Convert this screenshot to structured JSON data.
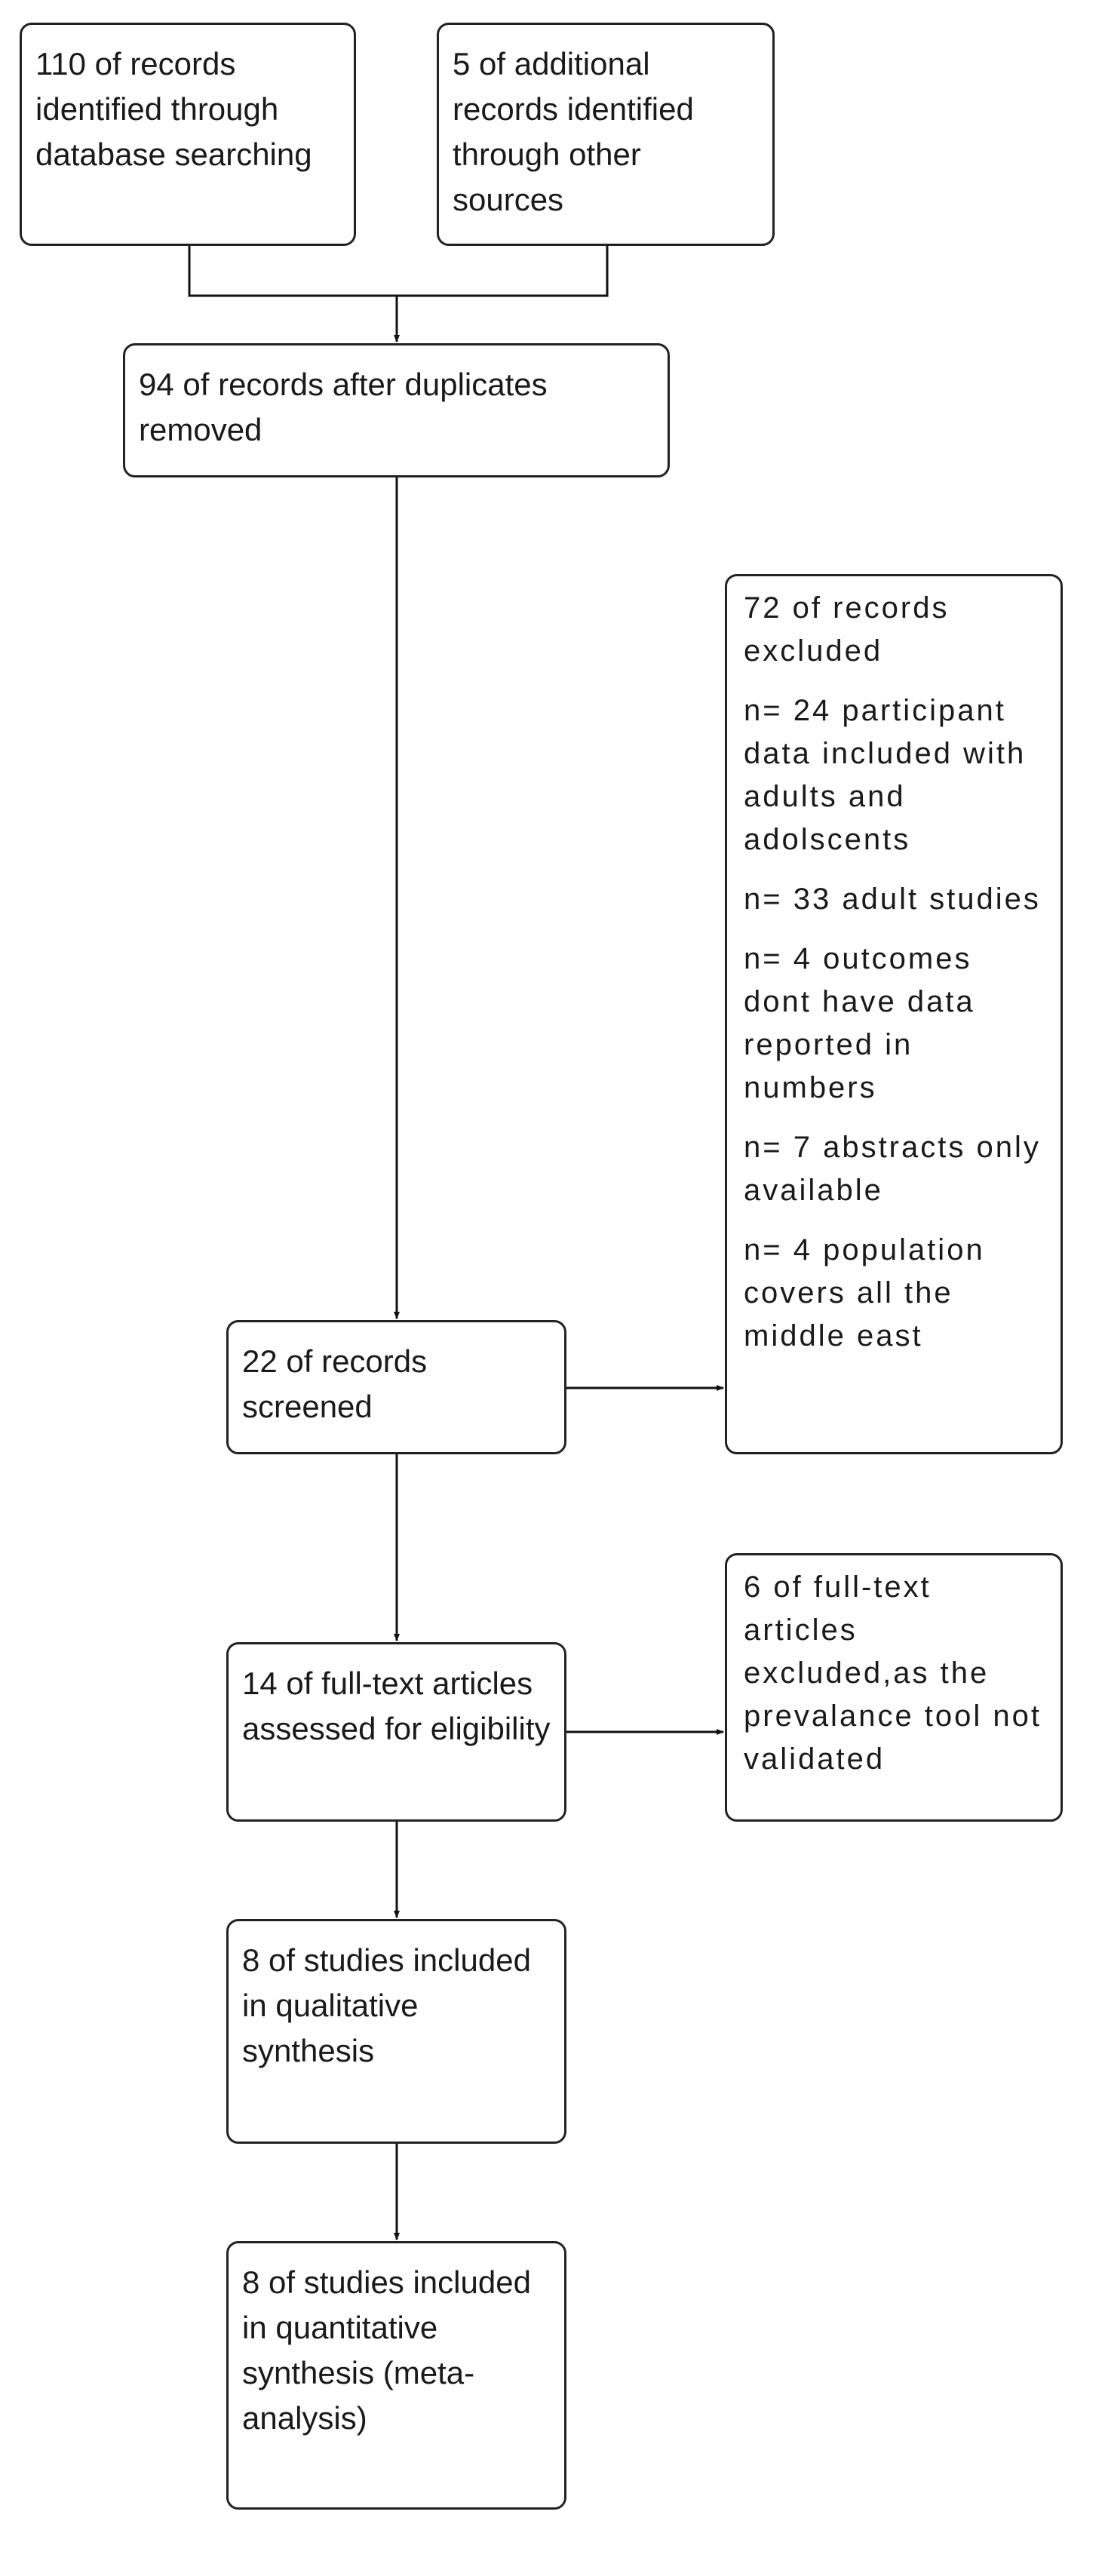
{
  "boxes": {
    "identified_db": "110 of records identified through database searching",
    "identified_other": "5 of additional records identified through other sources",
    "after_duplicates": "94 of records after duplicates removed",
    "screened": "22 of records screened",
    "excluded_records": [
      "72 of records excluded",
      "n= 24 participant data included with adults and adolscents",
      "n= 33 adult studies",
      "n= 4 outcomes dont have data reported in numbers",
      "n= 7 abstracts only available",
      "n= 4 population covers all the middle east"
    ],
    "full_text_assessed": "14 of full-text articles assessed for eligibility",
    "full_text_excluded": "6 of full-text articles excluded,as the prevalance tool not validated",
    "qualitative": "8 of studies included in qualitative synthesis",
    "quantitative": "8 of studies included in quantitative synthesis (meta-analysis)"
  }
}
